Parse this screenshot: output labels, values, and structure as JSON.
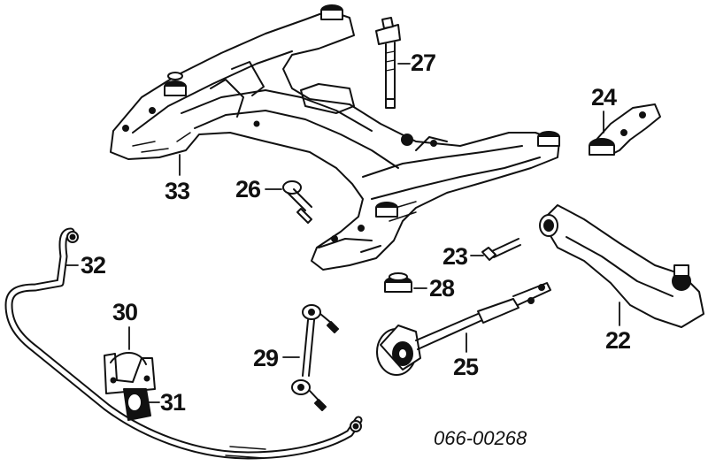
{
  "diagram": {
    "callouts": [
      {
        "id": "27",
        "label": "27"
      },
      {
        "id": "24",
        "label": "24"
      },
      {
        "id": "33",
        "label": "33"
      },
      {
        "id": "26",
        "label": "26"
      },
      {
        "id": "22",
        "label": "22"
      },
      {
        "id": "23",
        "label": "23"
      },
      {
        "id": "28",
        "label": "28"
      },
      {
        "id": "32",
        "label": "32"
      },
      {
        "id": "30",
        "label": "30"
      },
      {
        "id": "29",
        "label": "29"
      },
      {
        "id": "25",
        "label": "25"
      },
      {
        "id": "31",
        "label": "31"
      }
    ],
    "part_number": "066-00268"
  }
}
